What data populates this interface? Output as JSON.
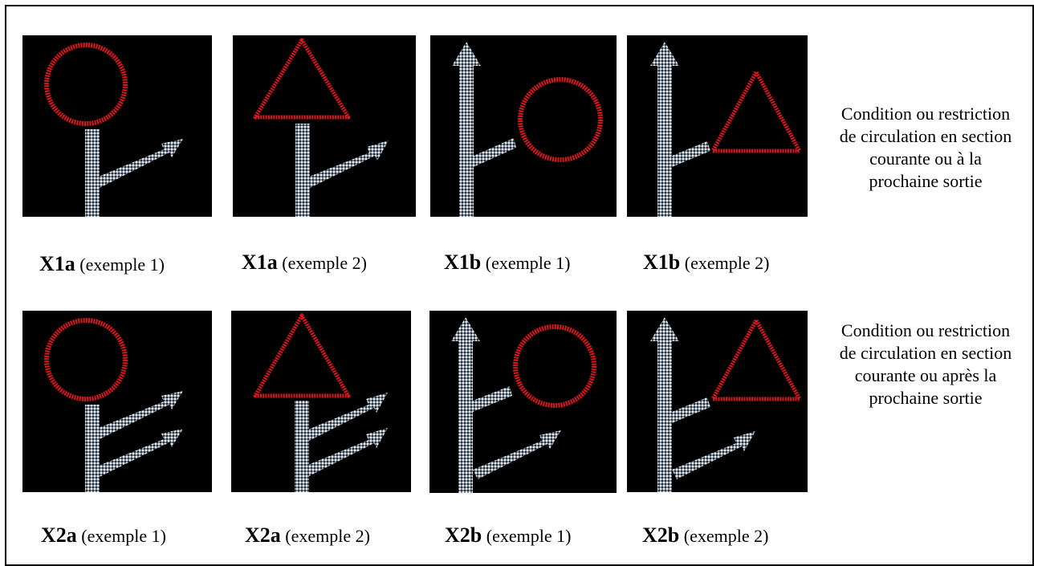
{
  "colors": {
    "background": "#000000",
    "arrow": "#dfe6ee",
    "symbol": "#e0161c"
  },
  "row1": {
    "signs": [
      {
        "symbol": "circle",
        "arrows": "single-exit",
        "symbol_position": "top"
      },
      {
        "symbol": "triangle",
        "arrows": "single-exit",
        "symbol_position": "top"
      },
      {
        "symbol": "circle",
        "arrows": "straight-with-exit",
        "symbol_position": "exit"
      },
      {
        "symbol": "triangle",
        "arrows": "straight-with-exit",
        "symbol_position": "exit"
      }
    ],
    "captions": [
      {
        "code": "X1a",
        "note": " (exemple 1)"
      },
      {
        "code": "X1a",
        "note": " (exemple 2)"
      },
      {
        "code": "X1b",
        "note": " (exemple 1)"
      },
      {
        "code": "X1b",
        "note": " (exemple 2)"
      }
    ],
    "description": [
      "Condition ou restriction",
      "de circulation en section",
      "courante ou à la",
      "prochaine sortie"
    ]
  },
  "row2": {
    "signs": [
      {
        "symbol": "circle",
        "arrows": "double-exit",
        "symbol_position": "top"
      },
      {
        "symbol": "triangle",
        "arrows": "double-exit",
        "symbol_position": "top"
      },
      {
        "symbol": "circle",
        "arrows": "straight-with-two-exits",
        "symbol_position": "exit"
      },
      {
        "symbol": "triangle",
        "arrows": "straight-with-two-exits",
        "symbol_position": "exit"
      }
    ],
    "captions": [
      {
        "code": "X2a",
        "note": " (exemple 1)"
      },
      {
        "code": "X2a",
        "note": " (exemple 2)"
      },
      {
        "code": "X2b",
        "note": " (exemple 1)"
      },
      {
        "code": "X2b",
        "note": " (exemple 2)"
      }
    ],
    "description": [
      "Condition ou restriction",
      "de circulation en section",
      "courante ou après la",
      "prochaine sortie"
    ]
  }
}
